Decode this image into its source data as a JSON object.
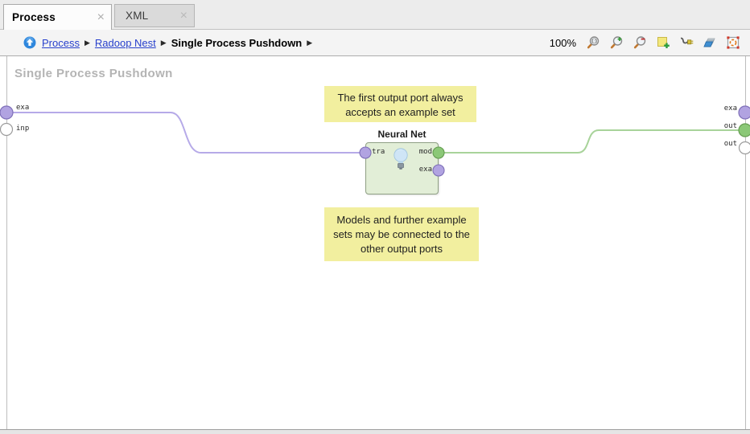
{
  "tabs": [
    {
      "label": "Process"
    },
    {
      "label": "XML"
    }
  ],
  "icons": {
    "close_glyph": "×",
    "separator_glyph": "▶"
  },
  "breadcrumb": {
    "items": [
      "Process",
      "Radoop Nest",
      "Single Process Pushdown"
    ]
  },
  "toolbar": {
    "zoom_level": "100%",
    "buttons": [
      "zoom-reset-1to1",
      "zoom-in",
      "zoom-out",
      "add-note",
      "auto-wire",
      "arrange-operators",
      "fit-to-view"
    ]
  },
  "canvas": {
    "title": "Single Process Pushdown",
    "process_ports": {
      "left": [
        "exa",
        "inp"
      ],
      "right": [
        "exa",
        "out",
        "out"
      ]
    },
    "operator": {
      "name": "Neural Net",
      "ports": {
        "input": [
          "tra"
        ],
        "output": [
          "mod",
          "exa"
        ]
      }
    },
    "notes": [
      {
        "lines": [
          "The first output port always",
          "accepts an example set"
        ]
      },
      {
        "lines": [
          "Models and further example",
          "sets may be connected to the",
          "other output ports"
        ]
      }
    ]
  },
  "colors": {
    "wire_purple": "#b6aae8",
    "wire_green": "#a8d39a",
    "port_purple": "#b1a3e1",
    "port_purple_border": "#7e6fb8",
    "port_green": "#8bc877",
    "port_green_border": "#649c50",
    "port_empty": "#ffffff",
    "port_empty_border": "#9b9b9b",
    "note_bg": "#f2ef9f",
    "operator_bg": "#e2eed7",
    "link_blue": "#2840cc"
  }
}
